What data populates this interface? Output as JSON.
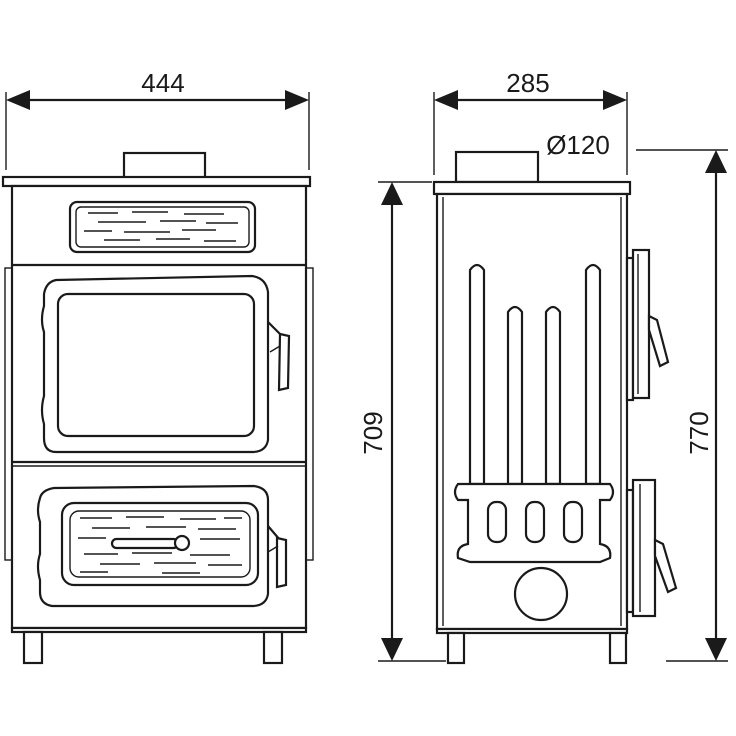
{
  "dimensions": {
    "front_width": "444",
    "side_depth": "285",
    "flue_diameter": "Ø120",
    "body_height": "709",
    "total_height": "770"
  },
  "colors": {
    "line": "#1a1a1a",
    "background": "#ffffff"
  }
}
